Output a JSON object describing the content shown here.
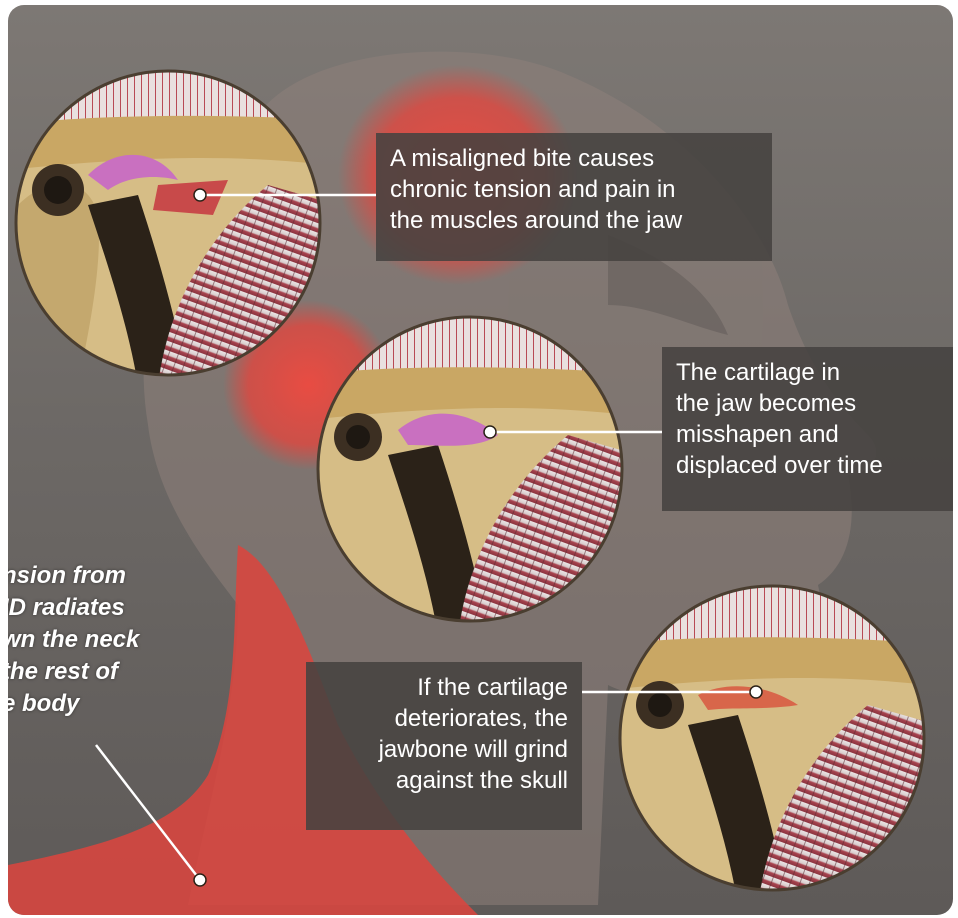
{
  "callouts": {
    "muscle_tension": {
      "lines": [
        "A misaligned bite causes",
        "chronic tension and pain in",
        "the muscles around the jaw"
      ]
    },
    "cartilage_displaced": {
      "lines": [
        "The cartilage in",
        "the jaw becomes",
        "misshapen and",
        "displaced over time"
      ]
    },
    "cartilage_deteriorates": {
      "lines": [
        "If the cartilage",
        "deteriorates, the",
        "jawbone will grind",
        "against the skull"
      ]
    },
    "neck_radiation": {
      "lines": [
        "nsion from",
        "ID radiates",
        "wn the neck",
        "the rest of",
        "e body"
      ]
    }
  },
  "colors": {
    "pain_glow": "#e0473f",
    "bone": "#d9c088",
    "muscle_red": "#9c3a44",
    "muscle_white": "#e8e2e2",
    "cartilage": "#c970c0",
    "callout_bg": "#46423f"
  }
}
